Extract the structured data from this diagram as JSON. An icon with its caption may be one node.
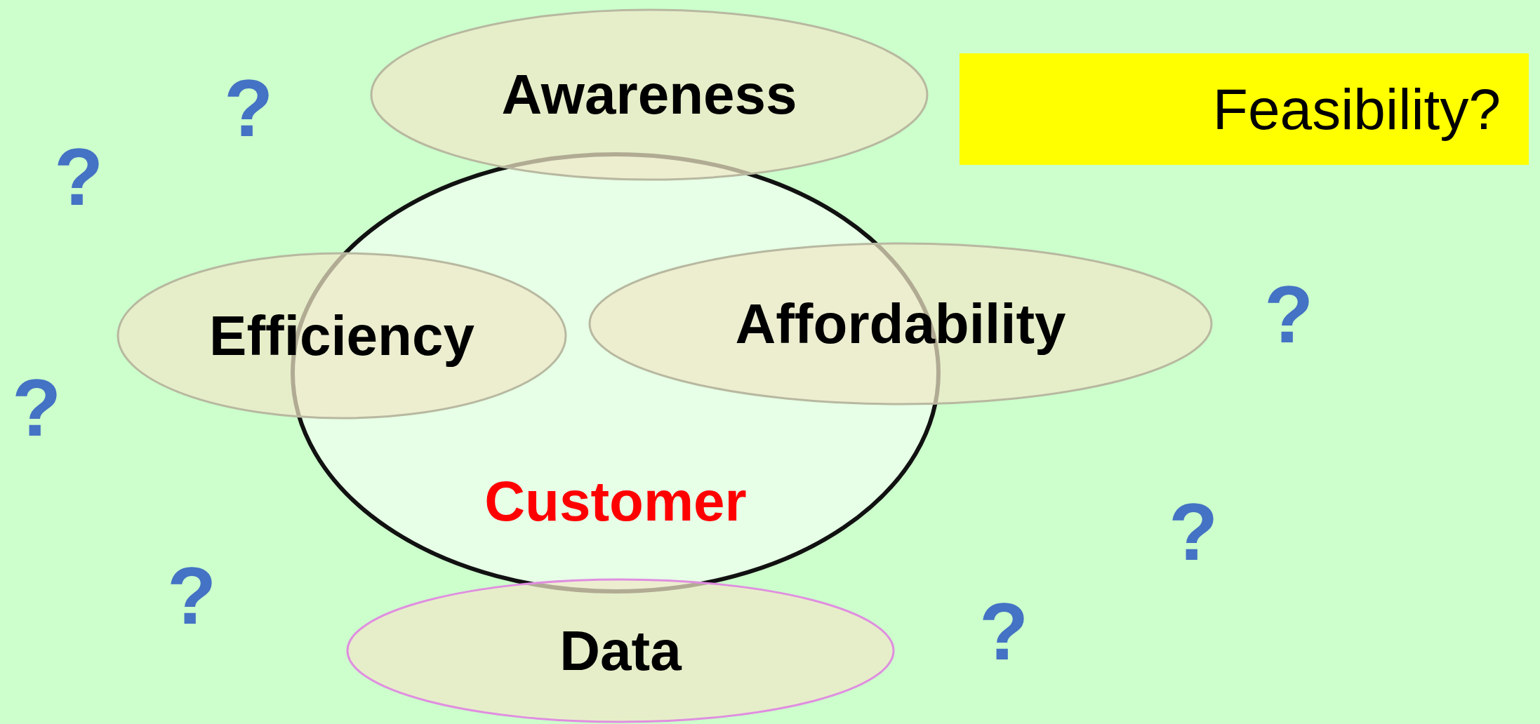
{
  "diagram": {
    "nodes": [
      {
        "text": [
          "Awareness"
        ]
      },
      {
        "text": [
          "Feasibility?"
        ]
      },
      {
        "text": [
          "Efficiency"
        ]
      },
      {
        "text": [
          "Affordability"
        ]
      },
      {
        "text": [
          "Customer"
        ]
      },
      {
        "text": [
          "Data"
        ]
      }
    ],
    "edges": [],
    "labels": [
      "?",
      "?",
      "?",
      "?",
      "?",
      "?",
      "?"
    ]
  }
}
